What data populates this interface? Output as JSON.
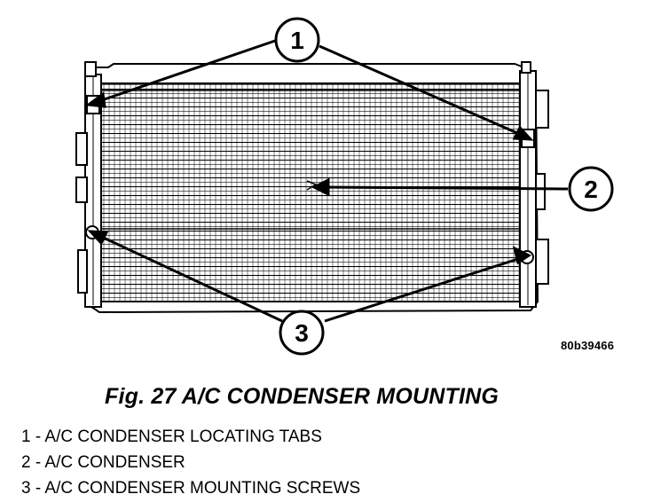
{
  "figure": {
    "callouts": [
      {
        "number": "1"
      },
      {
        "number": "2"
      },
      {
        "number": "3"
      }
    ],
    "figure_id": "80b39466"
  },
  "caption": "Fig. 27 A/C CONDENSER MOUNTING",
  "legend": [
    {
      "text": "1 - A/C CONDENSER LOCATING TABS"
    },
    {
      "text": "2 - A/C CONDENSER"
    },
    {
      "text": "3 - A/C CONDENSER MOUNTING SCREWS"
    }
  ]
}
